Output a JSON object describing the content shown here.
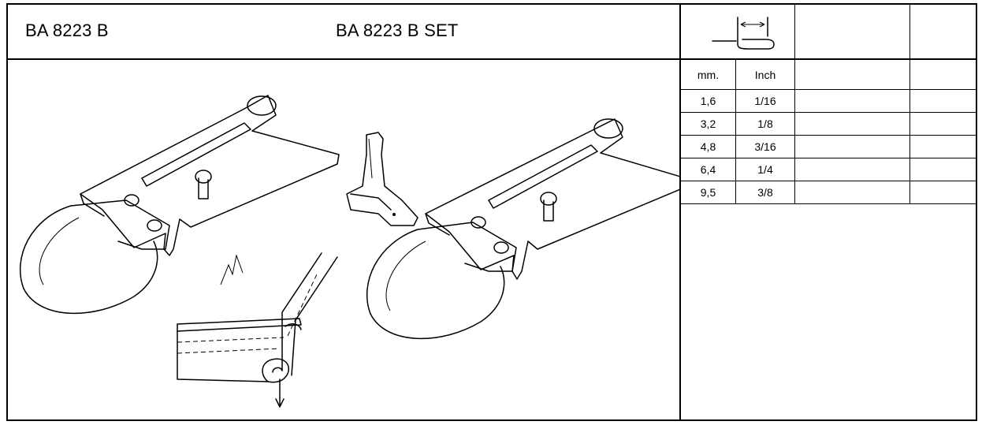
{
  "header": {
    "model": "BA 8223 B",
    "model_set": "BA 8223 B SET"
  },
  "table": {
    "columns": [
      "mm.",
      "Inch"
    ],
    "rows": [
      {
        "mm": "1,6",
        "inch": "1/16"
      },
      {
        "mm": "3,2",
        "inch": "1/8"
      },
      {
        "mm": "4,8",
        "inch": "3/16"
      },
      {
        "mm": "6,4",
        "inch": "1/4"
      },
      {
        "mm": "9,5",
        "inch": "3/8"
      }
    ]
  },
  "icons": {
    "hem_width": "hem-width-icon",
    "binder_left": "binder-attachment-icon",
    "presser_foot": "presser-foot-icon",
    "binder_right": "binder-attachment-set-icon",
    "fabric_fold": "fabric-fold-diagram-icon"
  }
}
